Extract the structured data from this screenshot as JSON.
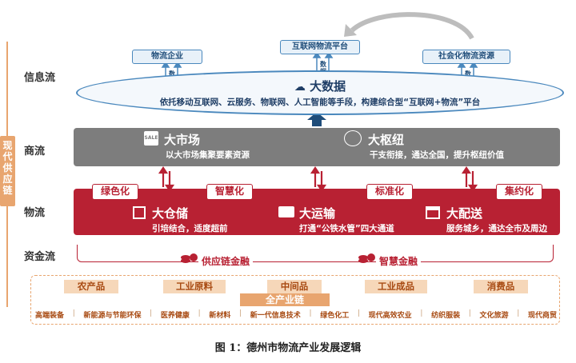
{
  "side_tag": "现代供应链",
  "rows": {
    "info": "信息流",
    "commerce": "商流",
    "logistics": "物流",
    "capital": "资金流"
  },
  "sources": [
    "物流企业",
    "互联网物流平台",
    "社会化物流资源"
  ],
  "data_tag": "数据",
  "bigdata": {
    "title": "大数据",
    "desc": "依托移动互联网、云服务、物联网、人工智能等手段，构建综合型“互联网+物流”平台"
  },
  "commerce": {
    "market_title": "大市场",
    "market_desc": "以大市场集聚要素资源",
    "hub_title": "大枢纽",
    "hub_desc": "干支衔接，通达全国，提升枢纽价值",
    "sale_icon_text": "SALE"
  },
  "pills": [
    "绿色化",
    "智慧化",
    "标准化",
    "集约化"
  ],
  "logistics": {
    "storage_title": "大仓储",
    "storage_desc": "引培结合，适度超前",
    "transport_title": "大运输",
    "transport_desc": "打通“公铁水管”四大通道",
    "delivery_title": "大配送",
    "delivery_desc": "服务城乡，通达全市及周边"
  },
  "finance": [
    "供应链金融",
    "智慧金融"
  ],
  "products": [
    "农产品",
    "工业原料",
    "中间品",
    "工业成品",
    "消费品"
  ],
  "chain_title": "全产业链",
  "industries": [
    "高端装备",
    "新能源与节能环保",
    "医养健康",
    "新材料",
    "新一代信息技术",
    "绿色化工",
    "现代高效农业",
    "纺织服装",
    "文化旅游",
    "现代商贸"
  ],
  "caption": "图 1：德州市物流产业发展逻辑",
  "colors": {
    "blue": "#4a88bd",
    "gray": "#7d7d7d",
    "red": "#b82133",
    "orange": "#e8a56f"
  }
}
